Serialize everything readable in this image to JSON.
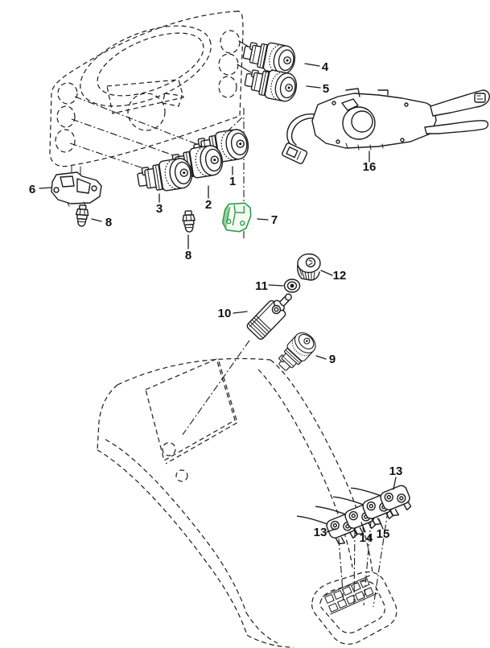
{
  "diagram": {
    "background": "#ffffff",
    "line_color": "#1c1c1c",
    "highlight_color": "#2f9e44",
    "highlighted_callout": "7"
  },
  "callouts": {
    "c1": "1",
    "c2": "2",
    "c3": "3",
    "c4": "4",
    "c5": "5",
    "c6": "6",
    "c7": "7",
    "c8a": "8",
    "c8b": "8",
    "c9": "9",
    "c10": "10",
    "c11": "11",
    "c12": "12",
    "c13a": "13",
    "c13b": "13",
    "c14": "14",
    "c15": "15",
    "c16": "16"
  }
}
